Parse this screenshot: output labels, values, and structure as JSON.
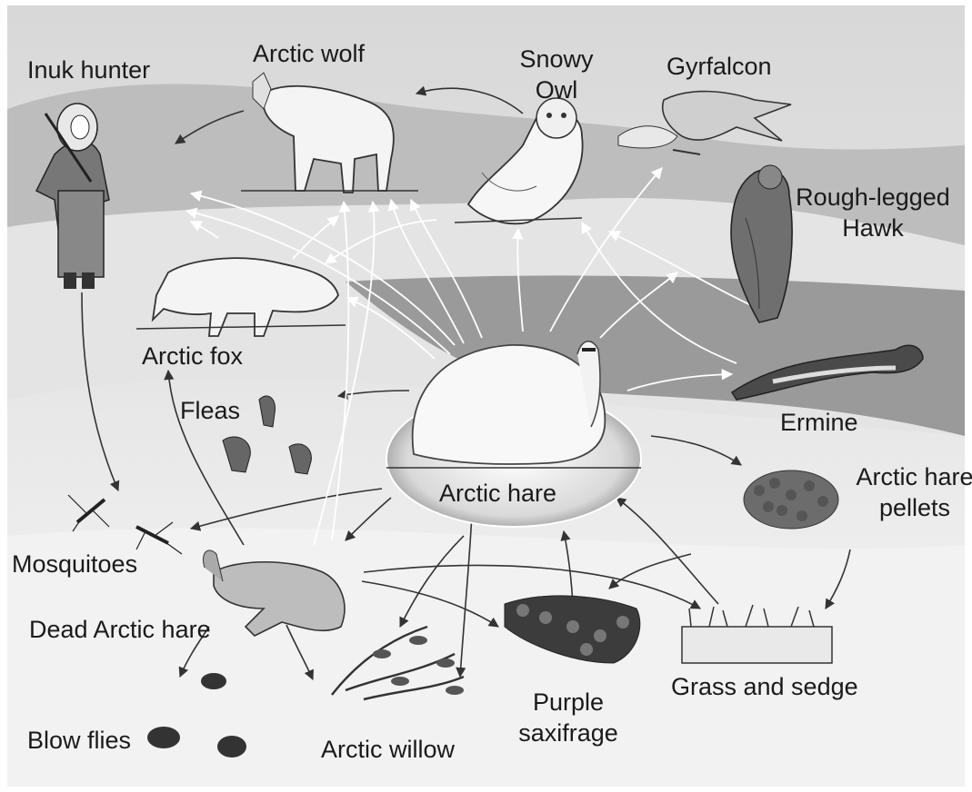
{
  "labels": {
    "inuk_hunter": "Inuk hunter",
    "arctic_wolf": "Arctic wolf",
    "snowy_owl_1": "Snowy",
    "snowy_owl_2": "Owl",
    "gyrfalcon": "Gyrfalcon",
    "rough_hawk_1": "Rough-legged",
    "rough_hawk_2": "Hawk",
    "arctic_fox": "Arctic fox",
    "fleas": "Fleas",
    "ermine": "Ermine",
    "arctic_hare": "Arctic hare",
    "pellets_1": "Arctic hare",
    "pellets_2": "pellets",
    "mosquitoes": "Mosquitoes",
    "dead_hare": "Dead Arctic hare",
    "blow_flies": "Blow flies",
    "arctic_willow": "Arctic willow",
    "saxifrage_1": "Purple",
    "saxifrage_2": "saxifrage",
    "grass_sedge": "Grass and sedge"
  },
  "icons": [
    "hunter-icon",
    "wolf-icon",
    "owl-icon",
    "gyrfalcon-icon",
    "hawk-icon",
    "fox-icon",
    "flea-icon",
    "ermine-icon",
    "hare-icon",
    "pellets-icon",
    "mosquito-icon",
    "dead-hare-icon",
    "blow-fly-icon",
    "willow-icon",
    "saxifrage-icon",
    "grass-icon"
  ]
}
